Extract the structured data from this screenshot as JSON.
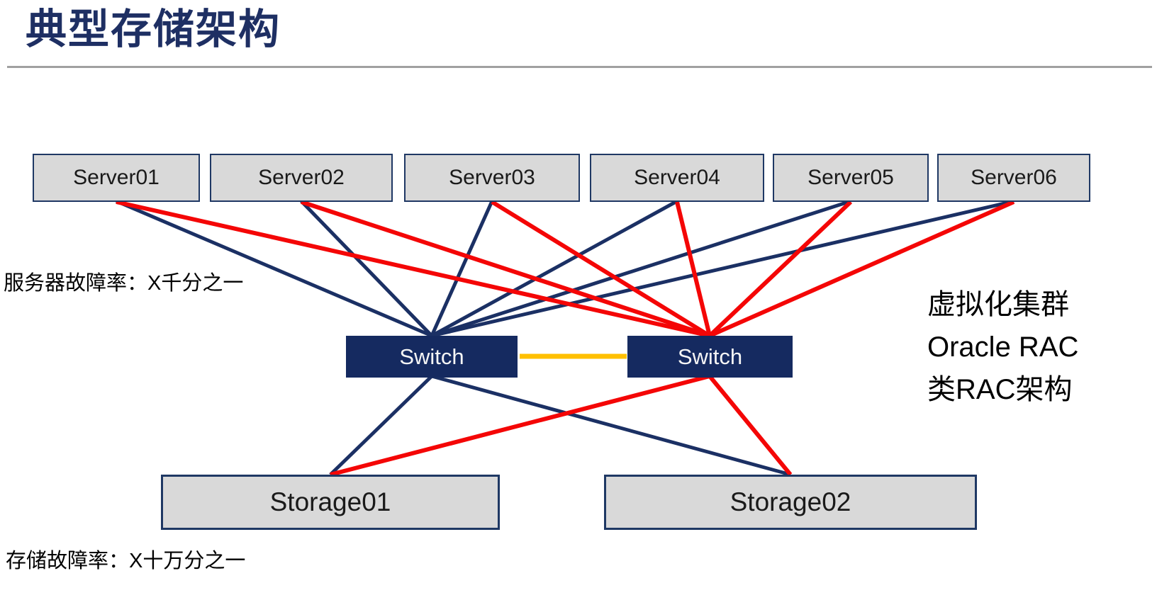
{
  "title": "典型存储架构",
  "labels": {
    "server_failure_rate": "服务器故障率：X千分之一",
    "storage_failure_rate": "存储故障率：X十万分之一"
  },
  "cluster_note": {
    "line1": "虚拟化集群",
    "line2": "Oracle RAC",
    "line3": "类RAC架构"
  },
  "servers": [
    {
      "id": "server01",
      "label": "Server01"
    },
    {
      "id": "server02",
      "label": "Server02"
    },
    {
      "id": "server03",
      "label": "Server03"
    },
    {
      "id": "server04",
      "label": "Server04"
    },
    {
      "id": "server05",
      "label": "Server05"
    },
    {
      "id": "server06",
      "label": "Server06"
    }
  ],
  "switches": [
    {
      "id": "switch-left",
      "label": "Switch"
    },
    {
      "id": "switch-right",
      "label": "Switch"
    }
  ],
  "storages": [
    {
      "id": "storage01",
      "label": "Storage01"
    },
    {
      "id": "storage02",
      "label": "Storage02"
    }
  ],
  "colors": {
    "navy_title": "#1e2f63",
    "navy_line": "#1b3064",
    "switch_fill": "#152a60",
    "node_fill": "#d9d9d9",
    "node_border": "#1f3864",
    "red": "#f40606",
    "gold": "#ffc000",
    "divider": "#a0a0a0"
  },
  "connections": {
    "edges": [
      {
        "from": "Server01",
        "to": "Switch(left)",
        "color": "navy"
      },
      {
        "from": "Server02",
        "to": "Switch(left)",
        "color": "navy"
      },
      {
        "from": "Server03",
        "to": "Switch(left)",
        "color": "navy"
      },
      {
        "from": "Server04",
        "to": "Switch(left)",
        "color": "navy"
      },
      {
        "from": "Server05",
        "to": "Switch(left)",
        "color": "navy"
      },
      {
        "from": "Server06",
        "to": "Switch(left)",
        "color": "navy"
      },
      {
        "from": "Server01",
        "to": "Switch(right)",
        "color": "red"
      },
      {
        "from": "Server02",
        "to": "Switch(right)",
        "color": "red"
      },
      {
        "from": "Server03",
        "to": "Switch(right)",
        "color": "red"
      },
      {
        "from": "Server04",
        "to": "Switch(right)",
        "color": "red"
      },
      {
        "from": "Server05",
        "to": "Switch(right)",
        "color": "red"
      },
      {
        "from": "Server06",
        "to": "Switch(right)",
        "color": "red"
      },
      {
        "from": "Switch(left)",
        "to": "Switch(right)",
        "color": "gold"
      },
      {
        "from": "Switch(left)",
        "to": "Storage01",
        "color": "navy"
      },
      {
        "from": "Switch(left)",
        "to": "Storage02",
        "color": "navy"
      },
      {
        "from": "Switch(right)",
        "to": "Storage01",
        "color": "red"
      },
      {
        "from": "Switch(right)",
        "to": "Storage02",
        "color": "red"
      }
    ]
  }
}
